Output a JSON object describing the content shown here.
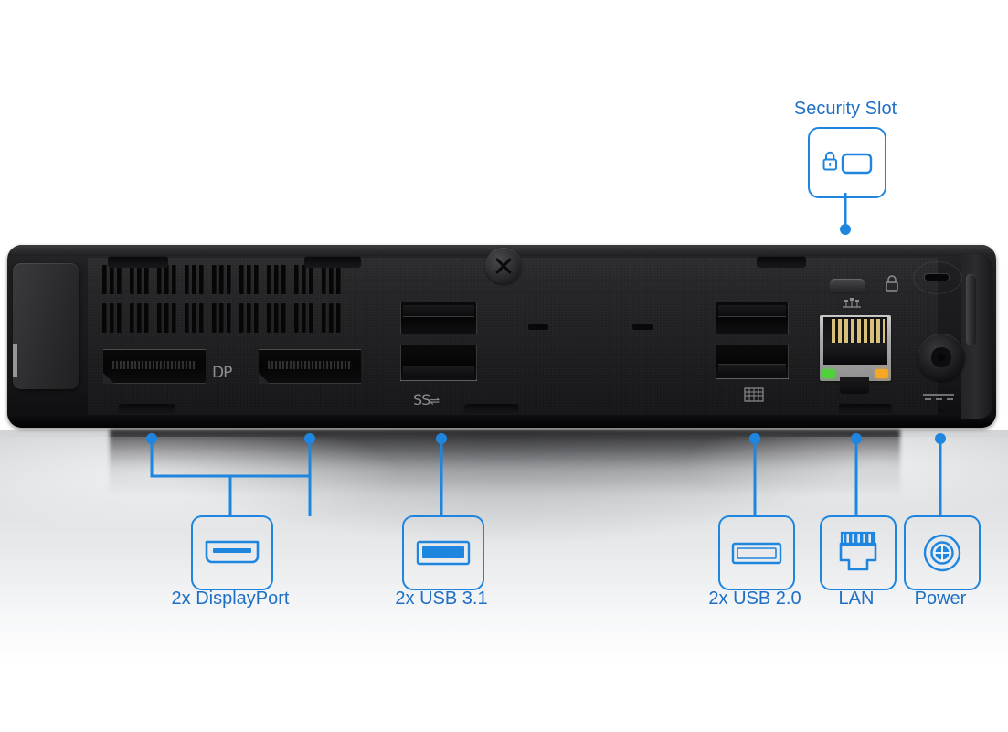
{
  "diagram": {
    "subject": "mini-pc-rear-ports",
    "accent_color": "#1f86e0",
    "label_color": "#1f6fc4",
    "chassis_color": "#1a1a1c"
  },
  "callouts": {
    "security_slot": {
      "label": "Security Slot",
      "icon": "security-lock-slot-icon",
      "position": "top"
    },
    "displayport": {
      "label": "2x DisplayPort",
      "icon": "displayport-icon",
      "count": "2x",
      "position": "bottom"
    },
    "usb31": {
      "label": "2x USB 3.1",
      "icon": "usb-3-icon",
      "count": "2x",
      "position": "bottom",
      "icon_fill": "#1f86e0"
    },
    "usb20": {
      "label": "2x USB 2.0",
      "icon": "usb-2-icon",
      "count": "2x",
      "position": "bottom",
      "icon_fill": "none"
    },
    "lan": {
      "label": "LAN",
      "icon": "rj45-ethernet-icon",
      "position": "bottom"
    },
    "power": {
      "label": "Power",
      "icon": "power-jack-icon",
      "position": "bottom"
    }
  },
  "chassis_markings": {
    "displayport_glyph": "DP",
    "usb_superspeed_glyph": "SS",
    "usb_keyboard_glyph": "keyboard-icon",
    "lock_glyph": "padlock-icon",
    "lan_glyph": "network-icon",
    "power_glyph": "dc-in-icon"
  }
}
